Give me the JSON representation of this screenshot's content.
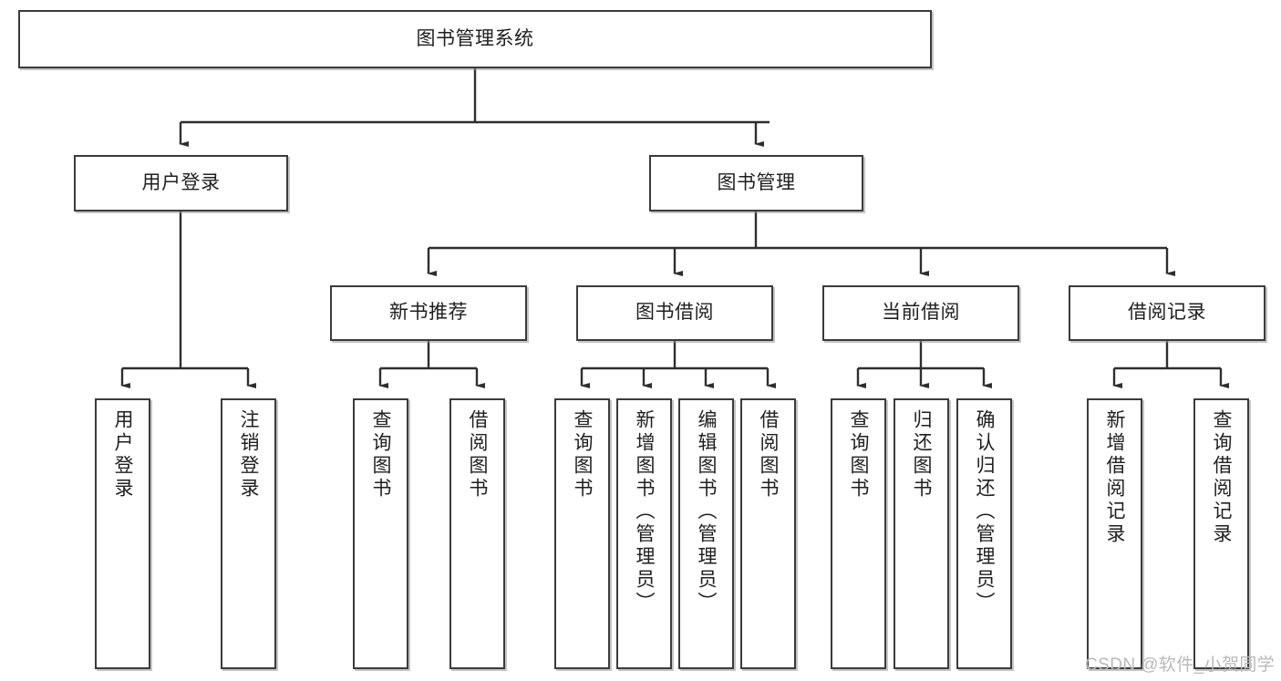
{
  "diagram": {
    "title": "图书管理系统",
    "type": "tree-hierarchy-diagram",
    "watermark": "CSDN @软件_小贺同学",
    "colors": {
      "box_border": "#3b3b3b",
      "box_fill": "#ffffff",
      "connector": "#2e2e2e",
      "watermark": "#b9b9b9",
      "background": "#ffffff"
    },
    "root": {
      "label": "图书管理系统"
    },
    "level2": [
      {
        "label": "用户登录"
      },
      {
        "label": "图书管理"
      }
    ],
    "level3": [
      {
        "label": "新书推荐"
      },
      {
        "label": "图书借阅"
      },
      {
        "label": "当前借阅"
      },
      {
        "label": "借阅记录"
      }
    ],
    "leaves": {
      "user_login": [
        {
          "label": "用户登录"
        },
        {
          "label": "注销登录"
        }
      ],
      "new_book_recommend": [
        {
          "label": "查询图书"
        },
        {
          "label": "借阅图书"
        }
      ],
      "book_borrow": [
        {
          "label": "查询图书"
        },
        {
          "label": "新增图书（管理员）"
        },
        {
          "label": "编辑图书（管理员）"
        },
        {
          "label": "借阅图书"
        }
      ],
      "current_borrow": [
        {
          "label": "查询图书"
        },
        {
          "label": "归还图书"
        },
        {
          "label": "确认归还（管理员）"
        }
      ],
      "borrow_record": [
        {
          "label": "新增借阅记录"
        },
        {
          "label": "查询借阅记录"
        }
      ]
    }
  }
}
